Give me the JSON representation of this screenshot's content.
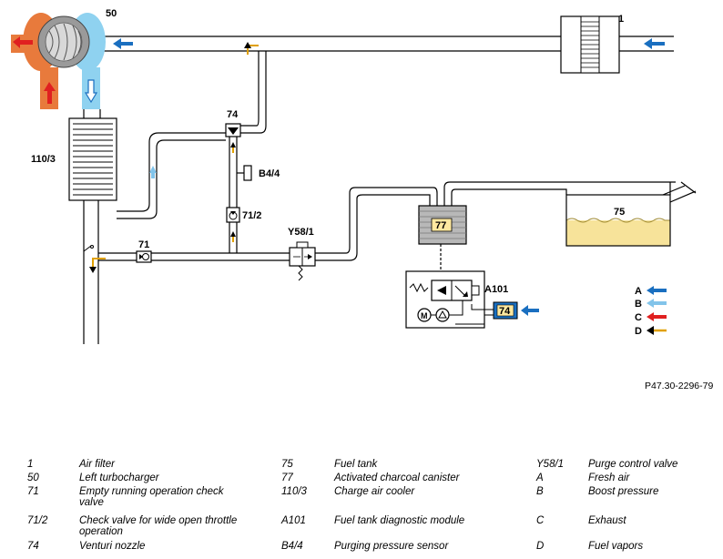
{
  "callouts": {
    "c50": "50",
    "c1": "1",
    "c110_3": "110/3",
    "c74": "74",
    "c74_box": "74",
    "b4_4": "B4/4",
    "c71_2": "71/2",
    "c71": "71",
    "y58_1": "Y58/1",
    "c77": "77",
    "c75": "75",
    "a101": "A101"
  },
  "legend_keys": [
    "A",
    "B",
    "C",
    "D"
  ],
  "reference": "P47.30-2296-79",
  "colors": {
    "fresh_air": "#1a6fc0",
    "boost_pressure": "#82c4ea",
    "exhaust": "#e02020",
    "fuel_vapors": "#e0a000",
    "turbo_exhaust": "#e87a3c",
    "turbo_intake": "#8fd2f0",
    "fuel": "#f7e39a",
    "canister": "#b8b8b8",
    "label_box": "#ffe9a0"
  },
  "legend_items": [
    {
      "key": "1",
      "label": "Air filter"
    },
    {
      "key": "50",
      "label": "Left turbocharger"
    },
    {
      "key": "71",
      "label": "Empty running operation check valve"
    },
    {
      "key": "71/2",
      "label": "Check valve for wide open throttle operation"
    },
    {
      "key": "74",
      "label": "Venturi nozzle"
    },
    {
      "key": "75",
      "label": "Fuel tank"
    },
    {
      "key": "77",
      "label": "Activated charcoal canister"
    },
    {
      "key": "110/3",
      "label": "Charge air cooler"
    },
    {
      "key": "A101",
      "label": "Fuel tank diagnostic module"
    },
    {
      "key": "B4/4",
      "label": "Purging pressure sensor"
    },
    {
      "key": "Y58/1",
      "label": "Purge control valve"
    },
    {
      "key": "A",
      "label": "Fresh air"
    },
    {
      "key": "B",
      "label": "Boost pressure"
    },
    {
      "key": "C",
      "label": "Exhaust"
    },
    {
      "key": "D",
      "label": "Fuel vapors"
    }
  ]
}
